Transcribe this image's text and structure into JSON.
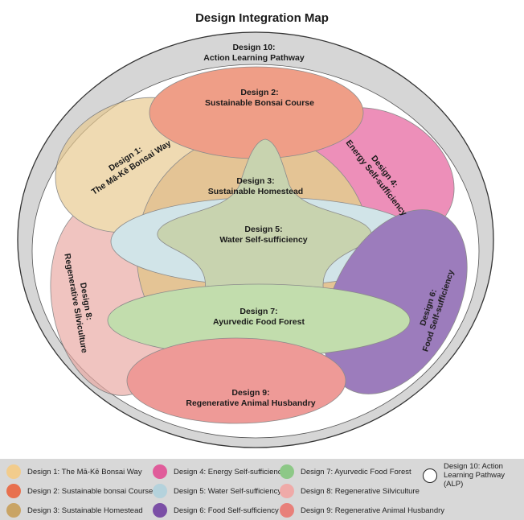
{
  "title": "Design Integration Map",
  "designs": [
    {
      "lines": [
        "Design 1:",
        "The Mā-Kē Bonsai Way"
      ],
      "color": "#e8c98e"
    },
    {
      "lines": [
        "Design 2:",
        "Sustainable Bonsai Course"
      ],
      "color": "#e9765a"
    },
    {
      "lines": [
        "Design 3:",
        "Sustainable Homestead"
      ],
      "color": "#c9a25a"
    },
    {
      "lines": [
        "Design 4:",
        "Energy Self-sufficiency"
      ],
      "color": "#e46a9c"
    },
    {
      "lines": [
        "Design 5:",
        "Water Self-sufficiency"
      ],
      "color": "#b8d3da"
    },
    {
      "lines": [
        "Design 6:",
        "Food Self-sufficiency"
      ],
      "color": "#6e3e9c"
    },
    {
      "lines": [
        "Design 7:",
        "Ayurvedic Food Forest"
      ],
      "color": "#a9c97a"
    },
    {
      "lines": [
        "Design 8:",
        "Regenerative Silviculture"
      ],
      "color": "#e7a6a0"
    },
    {
      "lines": [
        "Design 9:",
        "Regenerative Animal Husbandry"
      ],
      "color": "#e6706a"
    },
    {
      "lines": [
        "Design 10:",
        "Action Learning Pathway"
      ],
      "color": "#cfcfcf"
    }
  ],
  "legend": [
    {
      "label": "Design 1: The Mā-Kē Bonsai Way",
      "color": "#f2cc8c"
    },
    {
      "label": "Design 2: Sustainable bonsai Course",
      "color": "#e8704e"
    },
    {
      "label": "Design 3: Sustainable Homestead",
      "color": "#c9a465"
    },
    {
      "label": "Design 4: Energy Self-sufficiency",
      "color": "#e05c9a"
    },
    {
      "label": "Design 5: Water Self-sufficiency",
      "color": "#b4d2dc"
    },
    {
      "label": "Design 6: Food Self-sufficiency",
      "color": "#7b4fa6"
    },
    {
      "label": "Design 7: Ayurvedic Food Forest",
      "color": "#8dc887"
    },
    {
      "label": "Design 8: Regenerative Silviculture",
      "color": "#efaaa8"
    },
    {
      "label": "Design 9: Regenerative Animal Husbandry",
      "color": "#e8807a"
    },
    {
      "label": "Design 10: Action Learning Pathway (ALP)",
      "color": "#ffffff"
    }
  ]
}
